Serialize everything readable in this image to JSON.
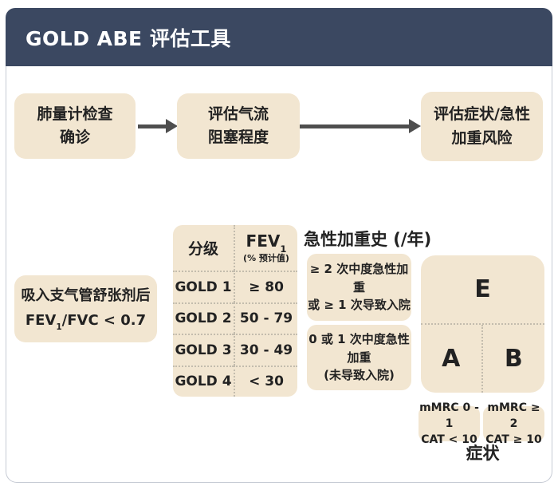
{
  "header": {
    "title": "GOLD ABE 评估工具"
  },
  "flow": {
    "step1": {
      "line1": "肺量计检查",
      "line2": "确诊"
    },
    "step2": {
      "line1": "评估气流",
      "line2": "阻塞程度"
    },
    "step3": {
      "line1": "评估症状/急性",
      "line2": "加重风险"
    }
  },
  "criteria_box": {
    "line1": "吸入支气管舒张剂后",
    "fev_pre": "FEV",
    "fev_sub": "1",
    "fev_post": "/FVC < 0.7"
  },
  "grade_table": {
    "col1_header": "分级",
    "col2_main": "FEV",
    "col2_sub": "1",
    "col2_note": "(% 预计值)",
    "rows": [
      {
        "grade": "GOLD 1",
        "value": "≥ 80"
      },
      {
        "grade": "GOLD 2",
        "value": "50 - 79"
      },
      {
        "grade": "GOLD 3",
        "value": "30 - 49"
      },
      {
        "grade": "GOLD 4",
        "value": "< 30"
      }
    ]
  },
  "exacerbation": {
    "title": "急性加重史 (/年)",
    "high_risk": {
      "line1": "≥ 2 次中度急性加重",
      "line2": "或 ≥ 1 次导致入院"
    },
    "low_risk": {
      "line1": "0 或 1 次中度急性",
      "line2": "加重",
      "line3": "(未导致入院)"
    }
  },
  "abe_grid": {
    "e": "E",
    "a": "A",
    "b": "B"
  },
  "symptom_scales": {
    "low": {
      "line1": "mMRC 0 - 1",
      "line2": "CAT < 10"
    },
    "high": {
      "line1": "mMRC ≥ 2",
      "line2": "CAT ≥ 10"
    },
    "axis_label": "症状"
  },
  "colors": {
    "header_bg": "#3B4861",
    "box_fill": "#F2E6D1",
    "arrow": "#4E4E4E",
    "panel_border": "#C6CBD4",
    "dashed_divider": "#C3BCAD"
  }
}
